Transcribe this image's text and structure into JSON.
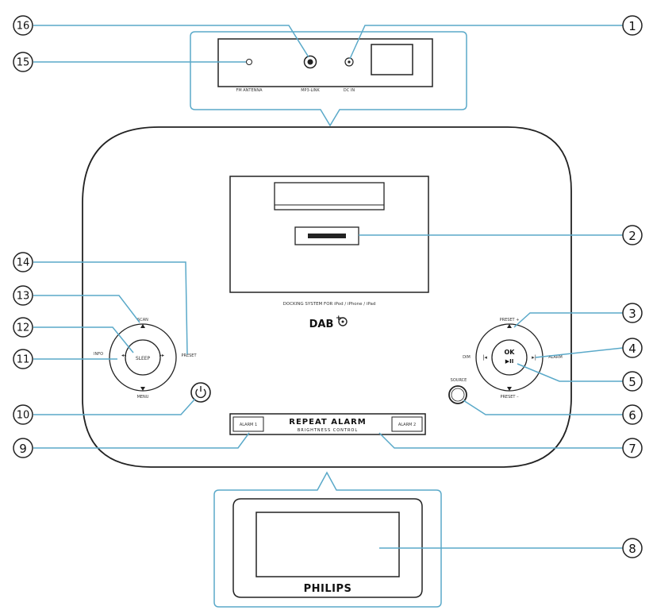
{
  "colors": {
    "callout_line": "#5aa9c9",
    "outline": "#222222",
    "background": "#ffffff"
  },
  "panels": {
    "rear": {
      "fm_antenna_label": "FM ANTENNA",
      "mp3_link_label": "MP3-LINK",
      "dc_in_label": "DC IN"
    },
    "main": {
      "dock_label": "DOCKING SYSTEM FOR iPod / iPhone / iPad",
      "dab_logo": "DAB",
      "dab_plus": "+",
      "left_pad": {
        "center_label": "SLEEP",
        "up_label": "SCAN",
        "down_label": "MENU",
        "left_label": "INFO",
        "right_label": "PRESET"
      },
      "right_pad": {
        "center_label": "OK",
        "center_symbol": "▶II",
        "up_label": "PRESET +",
        "down_label": "PRESET –",
        "left_label": "DIM",
        "right_label": "ALARM"
      },
      "source_label": "SOURCE",
      "power_icon": "power-icon",
      "repeat_alarm_label": "REPEAT ALARM",
      "brightness_label": "BRIGHTNESS CONTROL",
      "left_side_button": "ALARM 1",
      "right_side_button": "ALARM 2"
    },
    "display": {
      "brand": "PHILIPS"
    }
  },
  "callouts": [
    "1",
    "2",
    "3",
    "4",
    "5",
    "6",
    "7",
    "8",
    "9",
    "10",
    "11",
    "12",
    "13",
    "14",
    "15",
    "16"
  ]
}
